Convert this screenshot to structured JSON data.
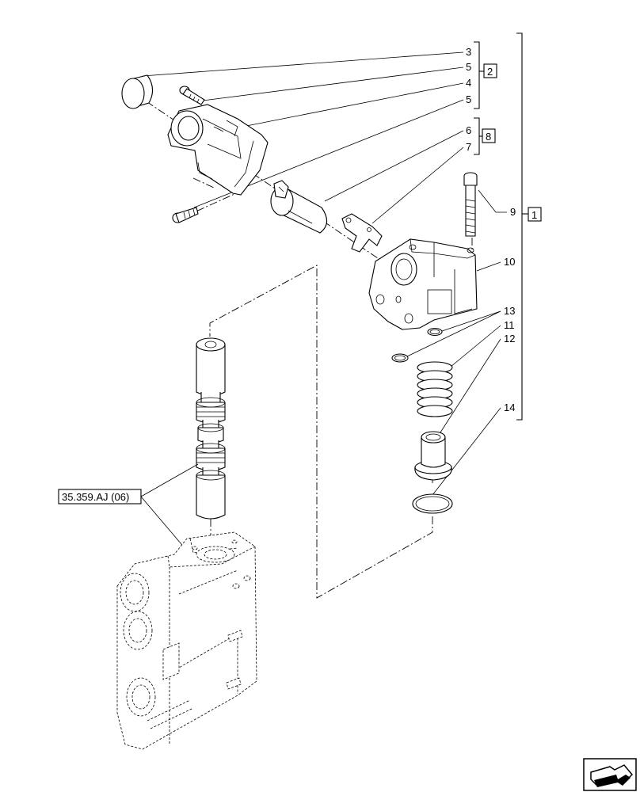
{
  "callouts": {
    "c3": "3",
    "c5a": "5",
    "c4": "4",
    "c5b": "5",
    "c6": "6",
    "c7": "7",
    "c9": "9",
    "c10": "10",
    "c13": "13",
    "c11": "11",
    "c12": "12",
    "c14": "14"
  },
  "kits": {
    "kit1": "1",
    "kit2": "2",
    "kit8": "8"
  },
  "reference": "35.359.AJ (06)"
}
